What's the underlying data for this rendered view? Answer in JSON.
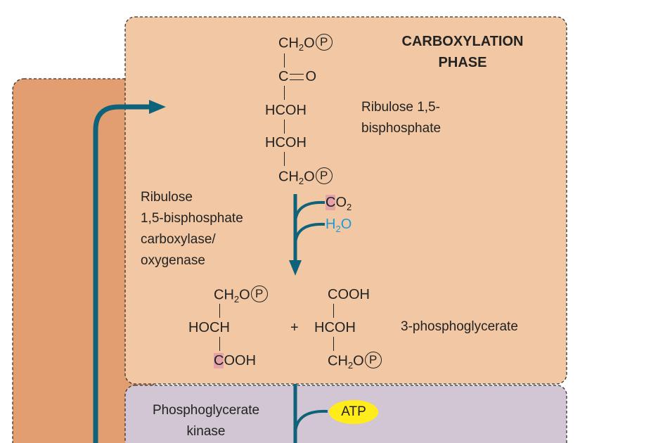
{
  "phase_title": {
    "line1": "CARBOXYLATION",
    "line2": "PHASE"
  },
  "ribulose": {
    "row1": "CH",
    "row1_sub": "2",
    "row1_tail": "O",
    "row2": "C",
    "row2_tail": "O",
    "row3": "HCOH",
    "row4": "HCOH",
    "row5": "CH",
    "row5_sub": "2",
    "row5_tail": "O",
    "phosphate": "P",
    "name_line1": "Ribulose 1,5-",
    "name_line2": "bisphosphate"
  },
  "enzyme": {
    "line1": "Ribulose",
    "line2": "1,5-bisphosphate",
    "line3": "carboxylase/",
    "line4": "oxygenase"
  },
  "inputs": {
    "co2_c": "C",
    "co2_tail": "O",
    "co2_sub": "2",
    "h2o_h": "H",
    "h2o_sub": "2",
    "h2o_tail": "O"
  },
  "product_left": {
    "row1": "CH",
    "row1_sub": "2",
    "row1_tail": "O",
    "row2": "HOCH",
    "row3_c": "C",
    "row3_tail": "OOH",
    "phosphate": "P"
  },
  "plus": "+",
  "product_right": {
    "row1": "COOH",
    "row2": "HCOH",
    "row3": "CH",
    "row3_sub": "2",
    "row3_tail": "O",
    "phosphate": "P"
  },
  "product_name": "3-phosphoglycerate",
  "kinase": {
    "line1": "Phosphoglycerate",
    "line2": "kinase"
  },
  "atp": "ATP",
  "colors": {
    "carboxylation_bg": "#f2c8a4",
    "outer_bg": "#e29d70",
    "kinase_bg": "#d2c5d4",
    "arrow": "#0e6279",
    "highlight": "#e3a3a9",
    "water": "#1a9bd7",
    "atp": "#ffec1a"
  }
}
